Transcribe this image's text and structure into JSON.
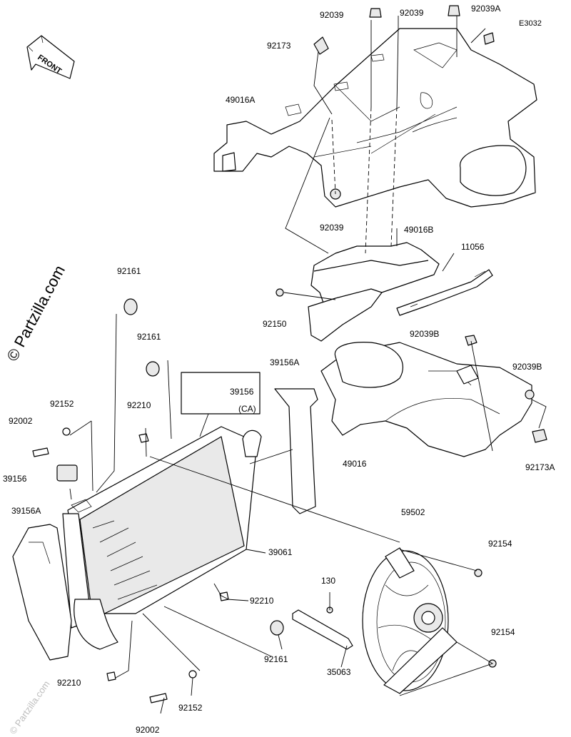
{
  "reference_code": "E3032",
  "front_marker": "FRONT",
  "side_watermark": "© Partzilla.com",
  "corner_watermark": "© Partzilla.com",
  "labels": [
    {
      "id": "l01",
      "text": "92039"
    },
    {
      "id": "l02",
      "text": "92039"
    },
    {
      "id": "l03",
      "text": "92039A"
    },
    {
      "id": "l04",
      "text": "92173"
    },
    {
      "id": "l05",
      "text": "49016A"
    },
    {
      "id": "l06",
      "text": "92039"
    },
    {
      "id": "l07",
      "text": "49016B"
    },
    {
      "id": "l08",
      "text": "11056"
    },
    {
      "id": "l09",
      "text": "92150"
    },
    {
      "id": "l10",
      "text": "92039B"
    },
    {
      "id": "l11",
      "text": "92039B"
    },
    {
      "id": "l12",
      "text": "92173A"
    },
    {
      "id": "l13",
      "text": "49016"
    },
    {
      "id": "l14",
      "text": "92161"
    },
    {
      "id": "l15",
      "text": "92161"
    },
    {
      "id": "l16",
      "text": "39156A"
    },
    {
      "id": "l17",
      "text": "39156"
    },
    {
      "id": "l18",
      "text": "(CA)"
    },
    {
      "id": "l19",
      "text": "92210"
    },
    {
      "id": "l20",
      "text": "92152"
    },
    {
      "id": "l21",
      "text": "92002"
    },
    {
      "id": "l22",
      "text": "39156"
    },
    {
      "id": "l23",
      "text": "39156A"
    },
    {
      "id": "l24",
      "text": "59502"
    },
    {
      "id": "l25",
      "text": "92154"
    },
    {
      "id": "l26",
      "text": "39061"
    },
    {
      "id": "l27",
      "text": "130"
    },
    {
      "id": "l28",
      "text": "92210"
    },
    {
      "id": "l29",
      "text": "92154"
    },
    {
      "id": "l30",
      "text": "92161"
    },
    {
      "id": "l31",
      "text": "35063"
    },
    {
      "id": "l32",
      "text": "92210"
    },
    {
      "id": "l33",
      "text": "92152"
    },
    {
      "id": "l34",
      "text": "92002"
    }
  ]
}
